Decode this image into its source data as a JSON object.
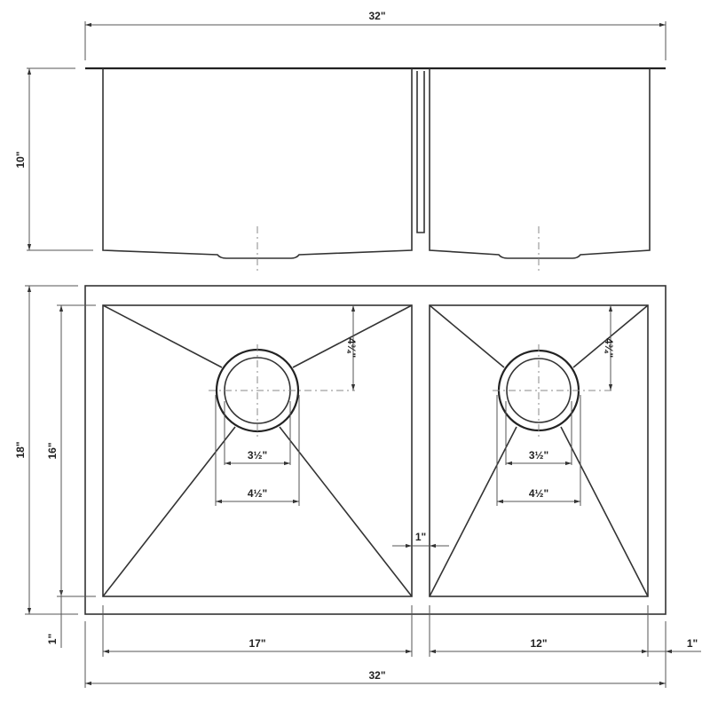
{
  "dimensions": {
    "overall_width_top": "32\"",
    "depth": "10\"",
    "overall_length": "18\"",
    "inner_length": "16\"",
    "front_rim": "1\"",
    "left_bowl_width": "17\"",
    "right_bowl_width": "12\"",
    "side_rim": "1\"",
    "overall_width_bottom": "32\"",
    "divider_width": "1\"",
    "left_drain_offset": "4¾\"",
    "right_drain_offset": "4¾\"",
    "left_drain_inner": "3½\"",
    "left_drain_outer": "4½\"",
    "right_drain_inner": "3½\"",
    "right_drain_outer": "4½\""
  }
}
